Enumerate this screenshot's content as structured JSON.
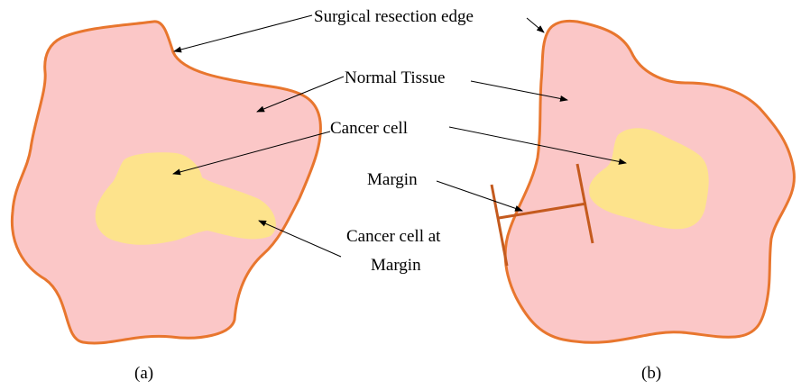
{
  "labels": {
    "surgical_edge": "Surgical resection edge",
    "normal_tissue": "Normal Tissue",
    "cancer_cell": "Cancer cell",
    "margin": "Margin",
    "cancer_margin_line1": "Cancer cell at",
    "cancer_margin_line2": "Margin"
  },
  "captions": {
    "a": "(a)",
    "b": "(b)"
  },
  "colors": {
    "tissue_fill": "#fbc7c7",
    "tissue_stroke": "#e8762e",
    "cancer_fill": "#fde38c",
    "margin_line": "#c45a1e",
    "arrow": "#000000"
  }
}
